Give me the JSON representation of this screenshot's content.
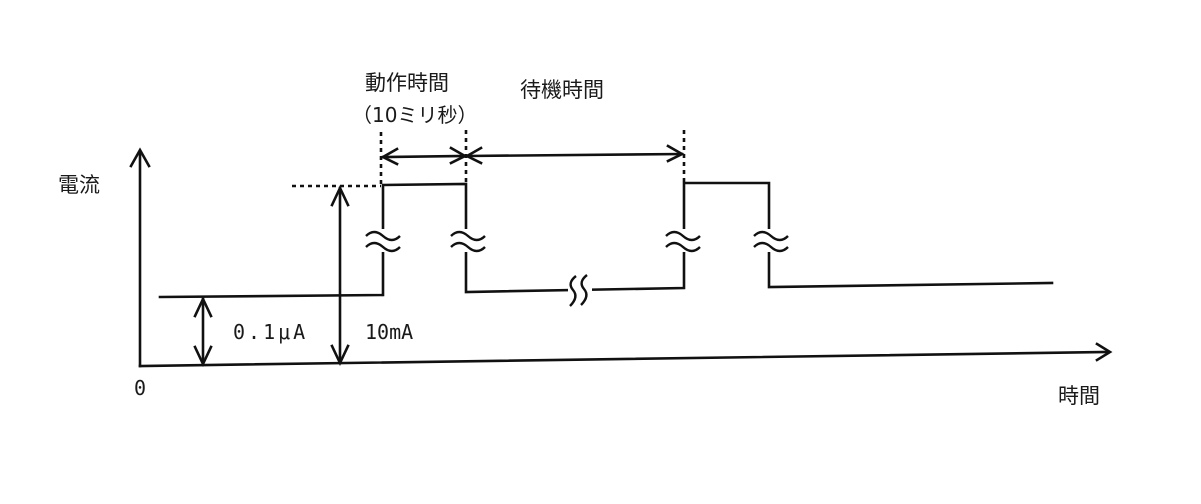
{
  "diagram": {
    "axes": {
      "y_label": "電流",
      "x_label": "時間",
      "origin_label": "0"
    },
    "annotations": {
      "operation_time": "動作時間",
      "operation_time_detail": "（10ミリ秒）",
      "standby_time": "待機時間",
      "standby_current": "0.1μA",
      "operating_current": "10mA"
    },
    "waveform": {
      "levels": [
        "standby",
        "operating",
        "standby",
        "operating",
        "standby"
      ],
      "operating_current": "10mA",
      "standby_current": "0.1μA",
      "break_marks": 5
    },
    "colors": {
      "line": "#111111",
      "background": "#ffffff"
    }
  }
}
